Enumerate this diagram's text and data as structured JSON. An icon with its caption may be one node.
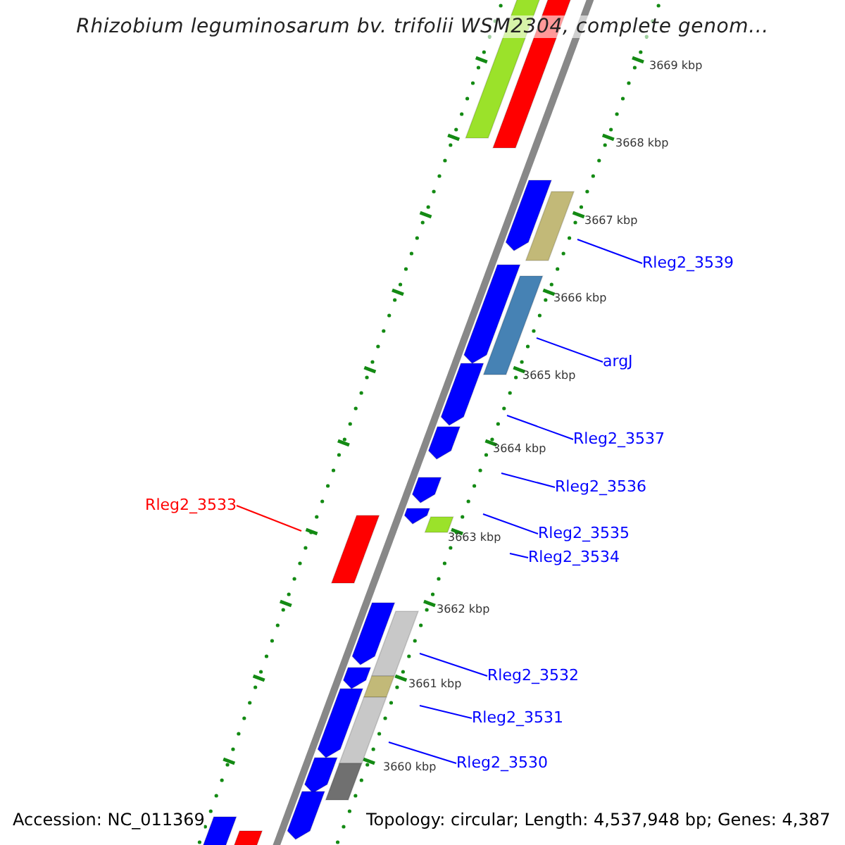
{
  "diagram": {
    "title": "Rhizobium leguminosarum bv. trifolii WSM2304, complete genom...",
    "nodes": [
      {
        "text": [
          "Rleg2_3539"
        ]
      },
      {
        "text": [
          "argJ"
        ]
      },
      {
        "text": [
          "Rleg2_3537"
        ]
      },
      {
        "text": [
          "Rleg2_3536"
        ]
      },
      {
        "text": [
          "Rleg2_3533"
        ]
      },
      {
        "text": [
          "Rleg2_3535"
        ]
      },
      {
        "text": [
          "Rleg2_3534"
        ]
      },
      {
        "text": [
          "Rleg2_3532"
        ]
      },
      {
        "text": [
          "Rleg2_3531"
        ]
      },
      {
        "text": [
          "Rleg2_3530"
        ]
      }
    ],
    "edges": [
      {
        "from": 0,
        "to": null,
        "arrow": "none"
      },
      {
        "from": 1,
        "to": null,
        "arrow": "none"
      },
      {
        "from": 2,
        "to": null,
        "arrow": "none"
      },
      {
        "from": 3,
        "to": null,
        "arrow": "none"
      },
      {
        "from": 4,
        "to": null,
        "arrow": "none",
        "color": "#ff0000"
      },
      {
        "from": 5,
        "to": null,
        "arrow": "none"
      },
      {
        "from": 6,
        "to": null,
        "arrow": "none"
      },
      {
        "from": 7,
        "to": null,
        "arrow": "none"
      },
      {
        "from": 8,
        "to": null,
        "arrow": "none"
      },
      {
        "from": 9,
        "to": null,
        "arrow": "none"
      }
    ],
    "labels": [
      "3669 kbp",
      "3668 kbp",
      "3667 kbp",
      "3666 kbp",
      "3665 kbp",
      "3664 kbp",
      "3663 kbp",
      "3662 kbp",
      "3661 kbp",
      "3660 kbp",
      "Accession: NC_011369",
      "Topology: circular; Length: 4,537,948 bp; Genes: 4,387"
    ]
  }
}
